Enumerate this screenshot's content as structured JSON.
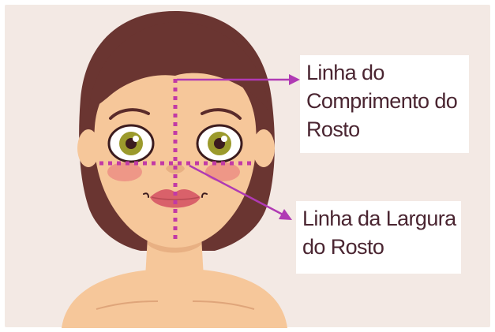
{
  "labels": {
    "length": {
      "lines": [
        "Linha do",
        "Comprimento do",
        "Rosto"
      ]
    },
    "width": {
      "lines": [
        "Linha da Largura",
        "do Rosto"
      ]
    }
  },
  "colors": {
    "background": "#f3e9e4",
    "hair": "#6a3531",
    "skin": "#f6c79a",
    "skin_shadow": "#e8b083",
    "guide_line": "#c23aa5",
    "arrow": "#b03ab4",
    "label_text": "#4a2531",
    "iris": "#9b9a2c",
    "lips": "#d9616a",
    "cheeks": "#ec8e84"
  }
}
